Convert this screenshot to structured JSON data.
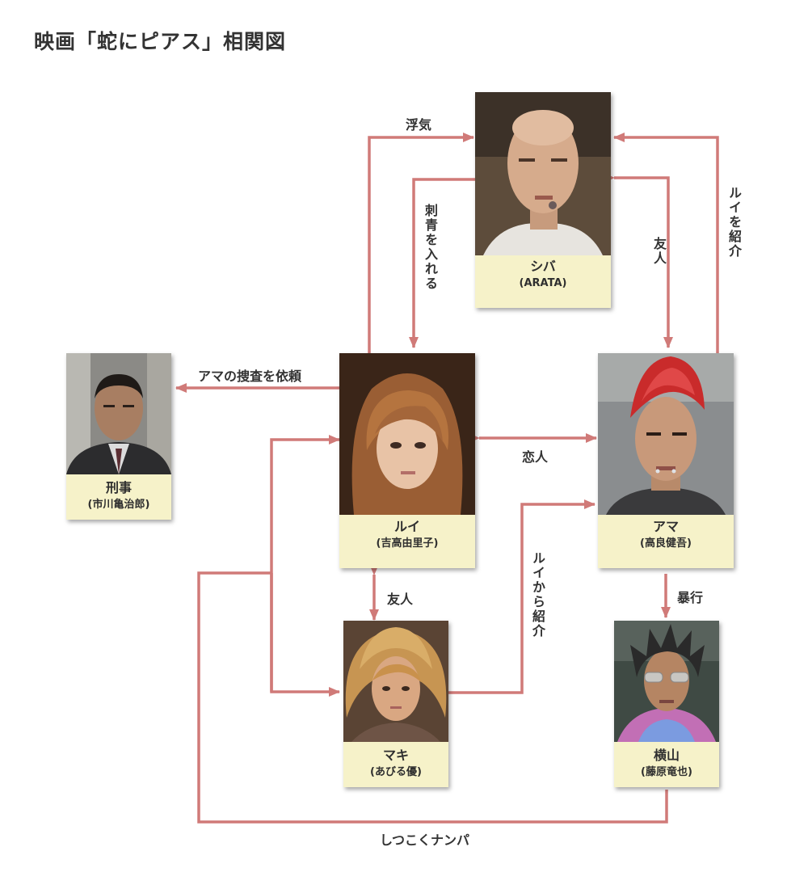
{
  "title": "映画「蛇にピアス」相関図",
  "colors": {
    "arrow": "#d07a78",
    "card": "#f6f2c9"
  },
  "people": {
    "shiba": {
      "name": "シバ",
      "actor": "(ARATA)",
      "photo": "bald-man-portrait"
    },
    "detective": {
      "name": "刑事",
      "actor": "(市川亀治郎)",
      "photo": "man-in-suit-portrait"
    },
    "lui": {
      "name": "ルイ",
      "actor": "(吉高由里子)",
      "photo": "woman-brown-hair-portrait"
    },
    "ama": {
      "name": "アマ",
      "actor": "(高良健吾)",
      "photo": "red-mohawk-man-portrait"
    },
    "maki": {
      "name": "マキ",
      "actor": "(あびる優)",
      "photo": "woman-blonde-updo-portrait"
    },
    "yokoyama": {
      "name": "横山",
      "actor": "(藤原竜也)",
      "photo": "man-with-sunglasses-portrait"
    }
  },
  "relations": {
    "lui_shiba_affair": "浮気",
    "shiba_lui_tattoo": "刺青を入れる",
    "shiba_ama_friends": "友人",
    "ama_shiba_introduce": "ルイを紹介",
    "lui_detective_request": "アマの捜査を依頼",
    "lui_ama_lovers": "恋人",
    "lui_maki_friends": "友人",
    "maki_ama_introduce": "ルイから紹介",
    "ama_yokoyama_violence": "暴行",
    "yokoyama_pickup": "しつこくナンパ"
  }
}
